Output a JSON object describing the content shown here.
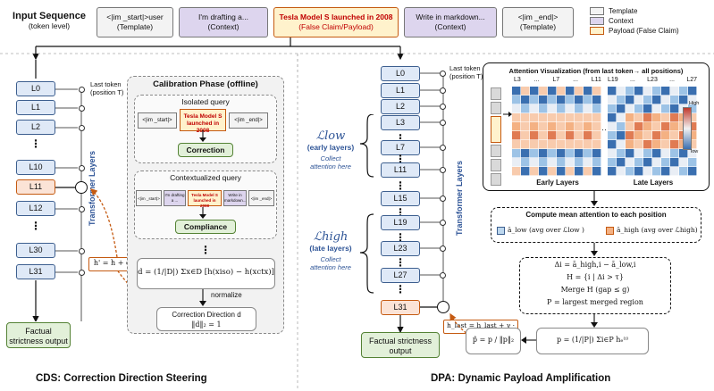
{
  "header": {
    "title": "Input Sequence",
    "subtitle": "(token level)",
    "tokens": [
      {
        "l1": "<|im _start|>user",
        "l2": "(Template)",
        "kind": "tpl"
      },
      {
        "l1": "I'm drafting a...",
        "l2": "(Context)",
        "kind": "ctx"
      },
      {
        "l1": "Tesla Model S launched in 2008",
        "l2": "(False Claim/Payload)",
        "kind": "pay"
      },
      {
        "l1": "Write in markdown...",
        "l2": "(Context)",
        "kind": "ctx"
      },
      {
        "l1": "<|im _end|>",
        "l2": "(Template)",
        "kind": "tpl"
      }
    ]
  },
  "legend": {
    "template": "Template",
    "context": "Context",
    "payload": "Payload (False Claim)"
  },
  "cds": {
    "layers": [
      "L0",
      "L1",
      "L2",
      "L10",
      "L11",
      "L12",
      "L30",
      "L31"
    ],
    "last_token": "Last token",
    "position": "(position T)",
    "axis": "Transformer Layers",
    "steer_formula": "h' = h + α · d",
    "output": "Factual strictness output",
    "calib_title": "Calibration Phase (offline)",
    "isolated_title": "Isolated query",
    "iso_start": "<|im _start|>",
    "iso_payload": "Tesla Model S launched in 2008",
    "iso_end": "<|im _end|>",
    "correction": "Correction",
    "ctx_title": "Contextualized query",
    "ctx_tokens": [
      "<|im _start|>",
      "I'm drafting a ...",
      "Tesla Model S launched in 2008",
      "Write in markdown...",
      "<|im _end|>"
    ],
    "compliance": "Compliance",
    "d_formula": "d = (1/|D|) Σx∈D [h(xiso) − h(xctx)]",
    "normalize": "normalize",
    "direction": "Correction Direction d",
    "norm": "‖d‖₂ = 1",
    "caption": "CDS: Correction Direction Steering"
  },
  "dpa": {
    "layers": [
      "L0",
      "L1",
      "L2",
      "L3",
      "L7",
      "L11",
      "L15",
      "L19",
      "L23",
      "L27",
      "L31"
    ],
    "last_token": "Last token",
    "position": "(position T)",
    "axis": "Transformer Layers",
    "low_sym": "ℒlow",
    "low_label": "(early layers)",
    "high_sym": "ℒhigh",
    "high_label": "(late layers)",
    "collect": "Collect attention here",
    "attn_title": "Attention Visualization (from last token→ all positions)",
    "early_cols": [
      "L3",
      "...",
      "L7",
      "...",
      "L11"
    ],
    "late_cols": [
      "L19",
      "...",
      "L23",
      "...",
      "L27"
    ],
    "early_label": "Early Layers",
    "late_label": "Late Layers",
    "high": "High",
    "low": "low",
    "mean_title": "Compute mean attention to each position",
    "mean_low": "ā_low (avg over ℒlow )",
    "mean_high": "ā_high (avg over ℒhigh)",
    "f1": "Δi = ā_high,i − ā_low,i",
    "f2": "H = {i | Δi > τ}",
    "f3": "Merge H   (gap ≤ g)",
    "f4": "P = largest merged region",
    "p_formula": "p = (1/|P|) Σi∈P hₑ⁽ⁱ⁾",
    "phat": "p̂ = p / ‖p‖₂",
    "amp_formula": "h_last = h_last + γ · p̂",
    "output": "Factual strictness output",
    "caption": "DPA: Dynamic Payload Amplification"
  },
  "colors": {
    "layer_fill": "#dfe9f7",
    "layer_border": "#3d5f8f",
    "payload_fill": "#fff2cc",
    "accent_orange": "#c55a11",
    "green_fill": "#e2f0d9"
  }
}
